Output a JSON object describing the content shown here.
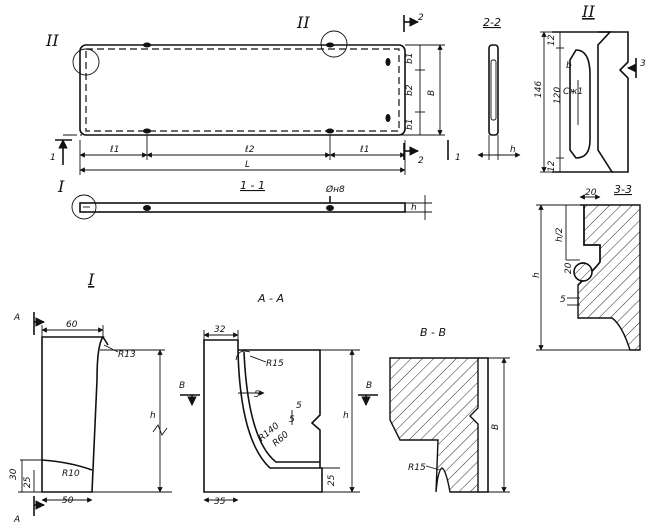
{
  "sections": {
    "s1_top": "I",
    "s2_top": "II",
    "sec1_1": "1 - 1",
    "sec2_2": "2-2",
    "sec2_det": "II",
    "sec3_3": "3-3",
    "detI": "I",
    "secAA": "A - A",
    "secBB": "B - B",
    "mark1a": "1",
    "mark1b": "1",
    "mark2a": "2",
    "mark2b": "2",
    "mark3": "3",
    "markA_top": "A",
    "markA_bot": "A",
    "markB_left": "B",
    "markB_right": "B"
  },
  "dims": {
    "l1_left": "ℓ1",
    "l2": "ℓ2",
    "l1_right": "ℓ1",
    "L": "L",
    "b1_top": "b1",
    "b2": "b2",
    "b1_bot": "b1",
    "B": "B",
    "h_22": "h",
    "h_11": "h",
    "dn8": "Øн8",
    "d12a": "12",
    "d12b": "b",
    "d146": "146",
    "d120": "120",
    "d12c": "12",
    "cm1": "Сж1",
    "d20_33": "20",
    "h2": "h/2",
    "d20v": "20",
    "h_33": "h",
    "five_33": "5",
    "d60": "60",
    "r13": "R13",
    "h_I": "h",
    "d30": "30",
    "d25": "25",
    "r10": "R10",
    "d50": "50",
    "d32": "32",
    "r15a": "R15",
    "five_a": "5",
    "five_b": "5",
    "five_c": "5",
    "r140": "R140",
    "r60": "R60",
    "h_AA": "h",
    "d25b": "25",
    "d35": "35",
    "B_BB": "B",
    "r15b": "R15"
  }
}
